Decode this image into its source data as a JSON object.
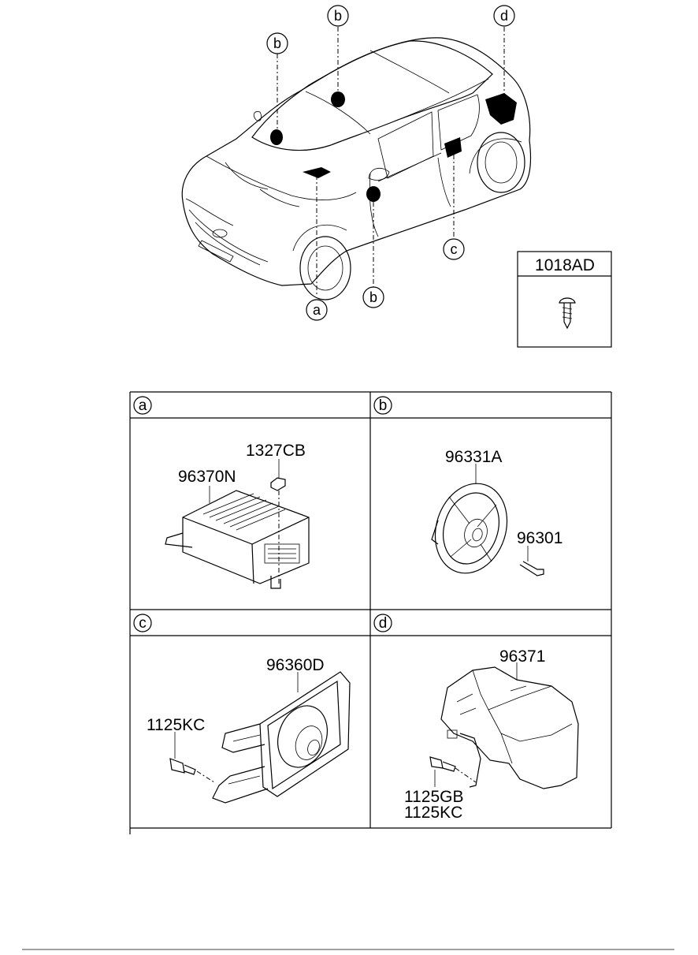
{
  "overview": {
    "callouts": [
      {
        "id": "b-windshield-left",
        "letter": "b"
      },
      {
        "id": "b-windshield-center",
        "letter": "b"
      },
      {
        "id": "d-rear-quarter",
        "letter": "d"
      },
      {
        "id": "c-door",
        "letter": "c"
      },
      {
        "id": "b-door-front",
        "letter": "b"
      },
      {
        "id": "a-dash",
        "letter": "a"
      }
    ],
    "fastener_box": {
      "part_no": "1018AD"
    }
  },
  "sections": {
    "a": {
      "letter": "a",
      "parts": [
        "1327CB",
        "96370N"
      ]
    },
    "b": {
      "letter": "b",
      "parts": [
        "96331A",
        "96301"
      ]
    },
    "c": {
      "letter": "c",
      "parts": [
        "96360D",
        "1125KC"
      ]
    },
    "d": {
      "letter": "d",
      "parts": [
        "96371",
        "1125GB",
        "1125KC"
      ]
    }
  }
}
